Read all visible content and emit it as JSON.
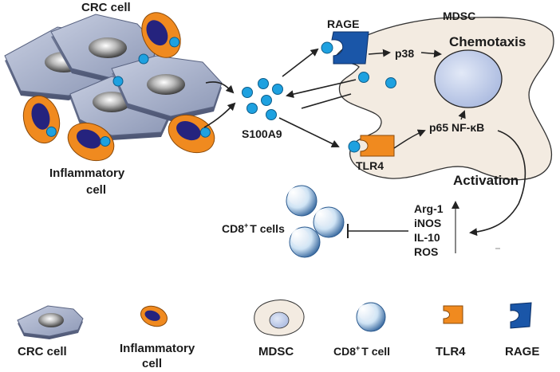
{
  "diagram": {
    "labels": {
      "crc_cell": "CRC cell",
      "inflammatory_l1": "Inflammatory",
      "inflammatory_l2": "cell",
      "s100a9": "S100A9",
      "rage": "RAGE",
      "tlr4": "TLR4",
      "mdsc": "MDSC",
      "p38": "p38",
      "chemotaxis": "Chemotaxis",
      "p65_nfkb": "p65 NF-κB",
      "activation": "Activation",
      "cd8_prefix": "CD8",
      "cd8_sup": "+",
      "cd8_suffix": "T cells",
      "factors": [
        "Arg-1",
        "iNOS",
        "IL-10",
        "ROS"
      ]
    }
  },
  "legend": {
    "crc_cell": "CRC  cell",
    "inflammatory_l1": "Inflammatory",
    "inflammatory_l2": "cell",
    "mdsc": "MDSC",
    "cd8_prefix": "CD8",
    "cd8_sup": "+",
    "cd8_suffix": "T cell",
    "tlr4": "TLR4",
    "rage": "RAGE"
  },
  "colors": {
    "crc_fill": "#a9b3cc",
    "inflammatory_orange": "#f08a1f",
    "nucleus_navy": "#25237e",
    "s100a9_blue": "#1ea1e0",
    "mdsc_fill": "#f3ebe1",
    "mdsc_nucleus": "#bcc8e6",
    "rage_blue": "#1a56a8",
    "tlr4_orange": "#f08a1f",
    "arrow": "#222222"
  }
}
